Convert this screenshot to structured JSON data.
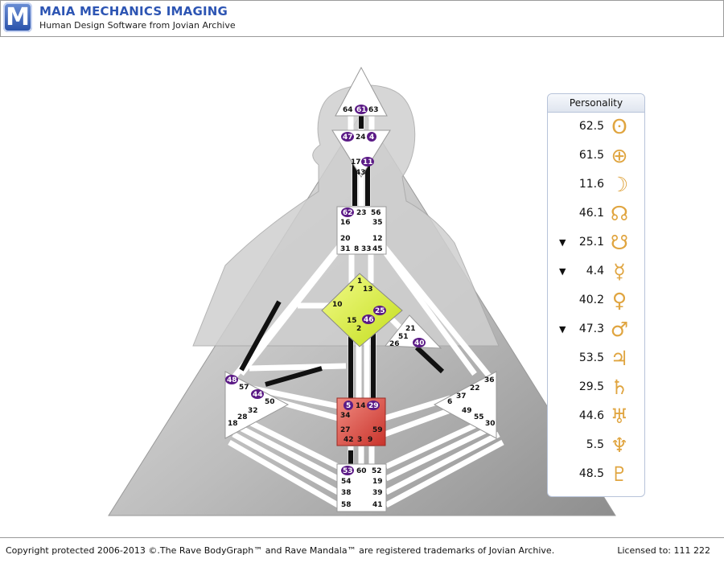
{
  "app": {
    "logo_letter": "M",
    "title": "MAIA MECHANICS IMAGING",
    "subtitle": "Human Design Software from Jovian Archive"
  },
  "personality": {
    "header": "Personality",
    "rows": [
      {
        "value": "62.5",
        "symbol": "sun",
        "glyph": "ʘ",
        "retro": ""
      },
      {
        "value": "61.5",
        "symbol": "earth",
        "glyph": "⊕",
        "retro": ""
      },
      {
        "value": "11.6",
        "symbol": "moon",
        "glyph": "☽",
        "retro": ""
      },
      {
        "value": "46.1",
        "symbol": "north-node",
        "glyph": "☊",
        "retro": ""
      },
      {
        "value": "25.1",
        "symbol": "south-node",
        "glyph": "☋",
        "retro": "▼"
      },
      {
        "value": "4.4",
        "symbol": "mercury",
        "glyph": "☿",
        "retro": "▼"
      },
      {
        "value": "40.2",
        "symbol": "venus",
        "glyph": "♀",
        "retro": ""
      },
      {
        "value": "47.3",
        "symbol": "mars",
        "glyph": "♂",
        "retro": "▼"
      },
      {
        "value": "53.5",
        "symbol": "jupiter",
        "glyph": "♃",
        "retro": ""
      },
      {
        "value": "29.5",
        "symbol": "saturn",
        "glyph": "♄",
        "retro": ""
      },
      {
        "value": "44.6",
        "symbol": "uranus",
        "glyph": "♅",
        "retro": ""
      },
      {
        "value": "5.5",
        "symbol": "neptune",
        "glyph": "♆",
        "retro": ""
      },
      {
        "value": "48.5",
        "symbol": "pluto",
        "glyph": "♇",
        "retro": ""
      }
    ]
  },
  "gates": {
    "head": [
      "64",
      "61",
      "63"
    ],
    "ajna": [
      "47",
      "24",
      "4",
      "17",
      "11",
      "43"
    ],
    "throat": [
      "62",
      "23",
      "56",
      "16",
      "35",
      "20",
      "12",
      "31",
      "8",
      "33",
      "45"
    ],
    "g": [
      "1",
      "7",
      "13",
      "10",
      "25",
      "15",
      "46",
      "2"
    ],
    "heart": [
      "21",
      "51",
      "26",
      "40"
    ],
    "spleen": [
      "48",
      "57",
      "44",
      "50",
      "32",
      "28",
      "18"
    ],
    "solar": [
      "36",
      "22",
      "37",
      "6",
      "49",
      "55",
      "30"
    ],
    "sacral": [
      "5",
      "14",
      "29",
      "34",
      "27",
      "59",
      "42",
      "3",
      "9"
    ],
    "root": [
      "53",
      "60",
      "52",
      "54",
      "19",
      "38",
      "39",
      "58",
      "41"
    ]
  },
  "colors": {
    "defined_sacral": "#d9463c",
    "defined_g": "#d6ea28",
    "gate_highlight": "#5b1a86",
    "panel_symbol": "#e0a540"
  },
  "footer": {
    "copyright": "Copyright protected 2006-2013 ©.The Rave BodyGraph™ and Rave Mandala™ are registered trademarks of Jovian Archive.",
    "license": "Licensed to: 111 222"
  }
}
